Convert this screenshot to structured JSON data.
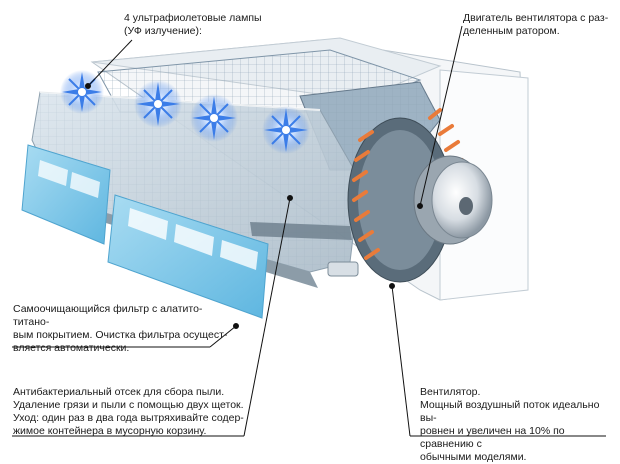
{
  "callouts": {
    "uv_lamps": "4 ультрафиолетовые лампы\n(УФ излучение):",
    "fan_motor": "Двигатель вентилятора с раз-\nделенным ратором.",
    "filter": "Самоочищающийся фильтр с алатито-титано-\nвым покрытием. Очистка фильтра осущест-\nвляется автоматически.",
    "dust_box": "Антибактериальный отсек для сбора пыли.\nУдаление грязи и пыли с помощью двух щеток.\nУход: один раз в два года вытряхивайте содер-\nжимое контейнера в мусорную корзину.",
    "fan": "Вентилятор.\nМощный воздушный поток идеально вы-\nровнен и увеличен на 10% по сравнению с\nобычными моделями."
  },
  "colors": {
    "filter_blue": "#7cc8ea",
    "housing_gray": "#c7d3dc",
    "uv_star": "#3b7de8",
    "motor_orange": "#e97b3a",
    "leader_line": "#111111"
  },
  "icons": {
    "uv_lamp": "sparkle-star-icon",
    "outlet": "pipe-connector-icon"
  }
}
